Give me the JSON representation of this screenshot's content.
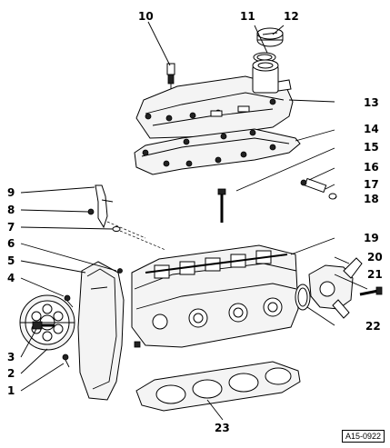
{
  "diagram": {
    "callouts": [
      "1",
      "2",
      "3",
      "4",
      "5",
      "6",
      "7",
      "8",
      "9",
      "10",
      "11",
      "12",
      "13",
      "14",
      "15",
      "16",
      "17",
      "18",
      "19",
      "20",
      "21",
      "22",
      "23"
    ],
    "reference_code": "A15-0922"
  }
}
